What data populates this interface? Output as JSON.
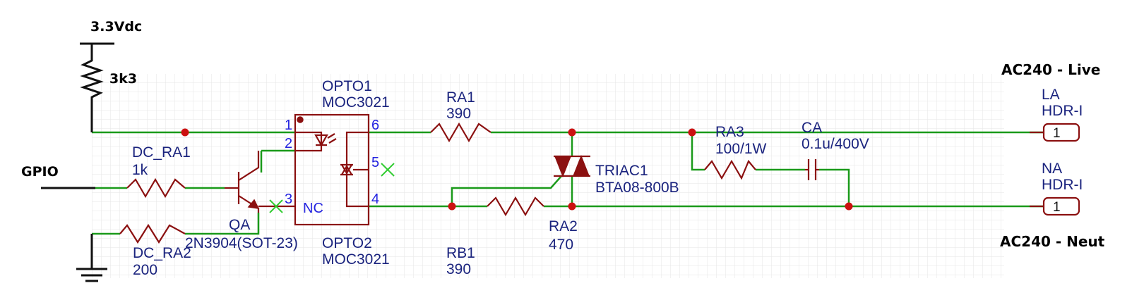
{
  "colors": {
    "wire": "#1a9a1a",
    "part": "#8b1010",
    "label": "#1a237e",
    "pin_number": "#2424e0",
    "junction": "#cc1111",
    "no_connect": "#33cc33",
    "grid": "#e6e6e6",
    "net_label": "#000000"
  },
  "nets": {
    "supply": "3.3Vdc",
    "pullup_value": "3k3",
    "input": "GPIO",
    "live": "AC240 - Live",
    "neutral": "AC240 - Neut"
  },
  "components": {
    "ra1": {
      "ref": "RA1",
      "value": "390"
    },
    "rb1": {
      "ref": "RB1",
      "value": "390"
    },
    "ra2": {
      "ref": "RA2",
      "value": "470"
    },
    "ra3": {
      "ref": "RA3",
      "value": "100/1W"
    },
    "ca": {
      "ref": "CA",
      "value": "0.1u/400V"
    },
    "dc_ra1": {
      "ref": "DC_RA1",
      "value": "1k"
    },
    "dc_ra2": {
      "ref": "DC_RA2",
      "value": "200"
    },
    "qa": {
      "ref": "QA",
      "value": "2N3904(SOT-23)"
    },
    "opto1": {
      "ref": "OPTO1",
      "value": "MOC3021"
    },
    "opto2": {
      "ref": "OPTO2",
      "value": "MOC3021"
    },
    "triac": {
      "ref": "TRIAC1",
      "value": "BTA08-800B"
    },
    "la": {
      "ref": "LA",
      "value": "HDR-I",
      "pin": "1"
    },
    "na": {
      "ref": "NA",
      "value": "HDR-I",
      "pin": "1"
    }
  },
  "opto_pins": {
    "p1": "1",
    "p2": "2",
    "p3": "3",
    "p4": "4",
    "p5": "5",
    "p6": "6",
    "nc": "NC"
  }
}
